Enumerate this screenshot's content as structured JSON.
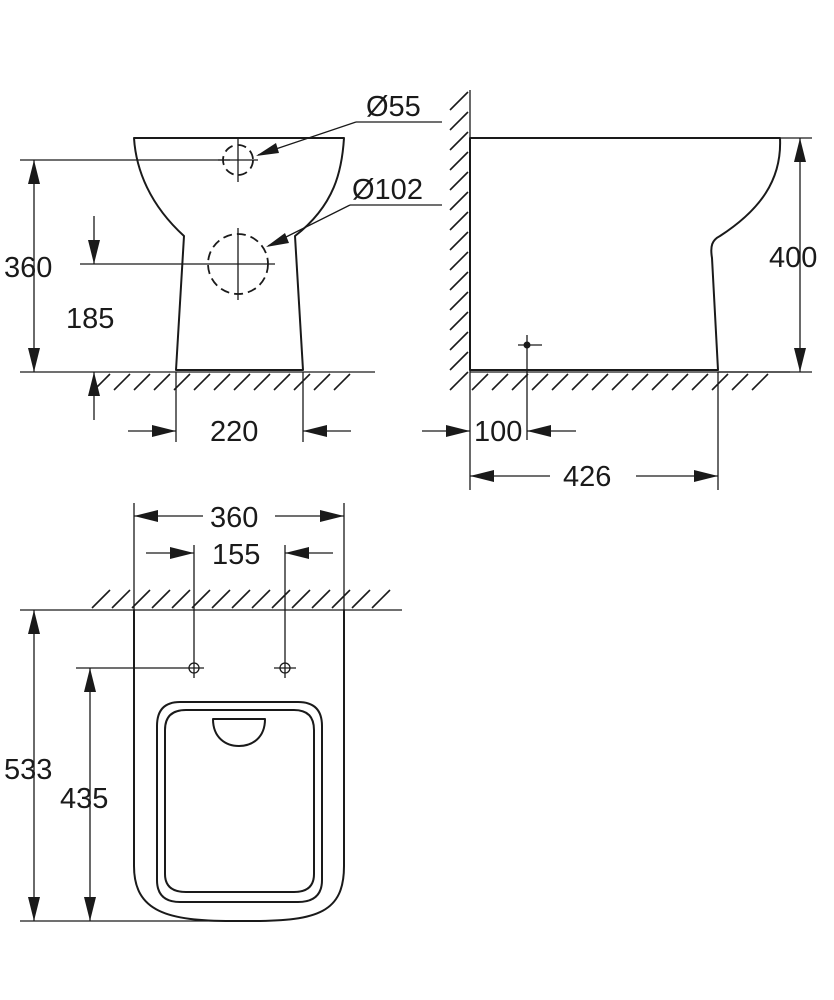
{
  "front_view": {
    "height_total": "360",
    "inlet_height": "185",
    "base_width": "220",
    "inlet_diameter_small": "Ø55",
    "inlet_diameter_large": "Ø102"
  },
  "side_view": {
    "height": "400",
    "outlet_offset": "100",
    "depth": "426"
  },
  "top_view": {
    "width": "360",
    "fixing_spacing": "155",
    "length": "533",
    "fixing_distance": "435"
  }
}
